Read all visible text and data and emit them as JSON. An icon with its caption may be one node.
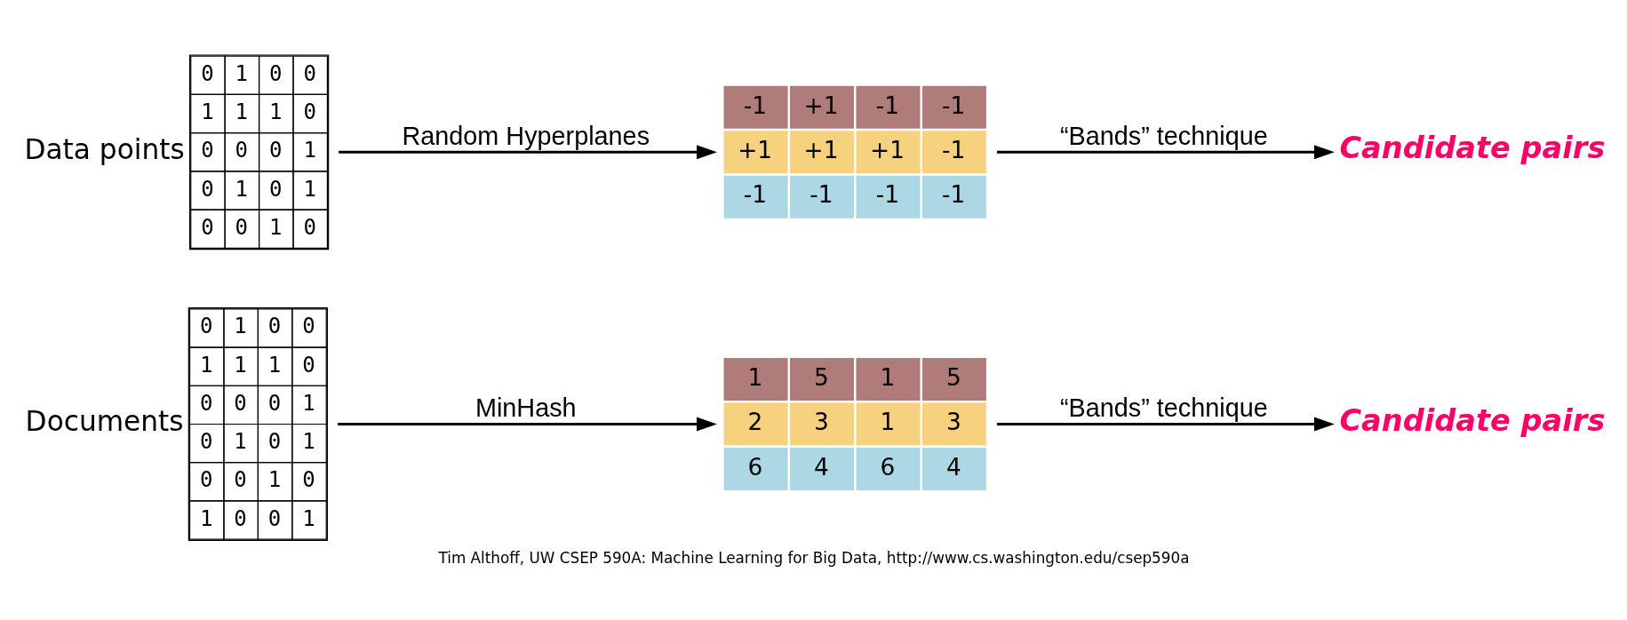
{
  "diagram": {
    "caption": "Tim Althoff, UW CSEP 590A: Machine Learning for Big Data, http://www.cs.washington.edu/csep590a",
    "nodes": [
      {
        "text": [
          "Documents",
          "0",
          "1",
          "0",
          "0",
          "1",
          "1",
          "1",
          "0",
          "0",
          "0",
          "0",
          "1",
          "0",
          "1",
          "0",
          "1",
          "0",
          "0",
          "1",
          "0",
          "1",
          "0",
          "0",
          "1"
        ]
      },
      {
        "text": [
          "1",
          "5",
          "1",
          "5",
          "2",
          "3",
          "1",
          "3",
          "6",
          "4",
          "6",
          "4"
        ]
      },
      {
        "text": [
          "Candidate pairs"
        ]
      },
      {
        "text": [
          "Data points",
          "0",
          "1",
          "0",
          "0",
          "1",
          "1",
          "1",
          "0",
          "0",
          "0",
          "0",
          "1",
          "0",
          "1",
          "0",
          "1",
          "0",
          "0",
          "1",
          "0"
        ]
      },
      {
        "text": [
          "-1",
          "+1",
          "-1",
          "-1",
          "+1",
          "+1",
          "+1",
          "-1",
          "-1",
          "-1",
          "-1",
          "-1"
        ]
      },
      {
        "text": [
          "Candidate pairs"
        ]
      }
    ],
    "edges": [
      {
        "from": 0,
        "to": 1,
        "arrow": "to",
        "label": "MinHash"
      },
      {
        "from": 1,
        "to": 2,
        "arrow": "to",
        "label": "“Bands” technique"
      },
      {
        "from": 3,
        "to": 4,
        "arrow": "to",
        "label": "Random Hyperplanes"
      },
      {
        "from": 4,
        "to": 5,
        "arrow": "to",
        "label": "“Bands” technique"
      }
    ]
  }
}
